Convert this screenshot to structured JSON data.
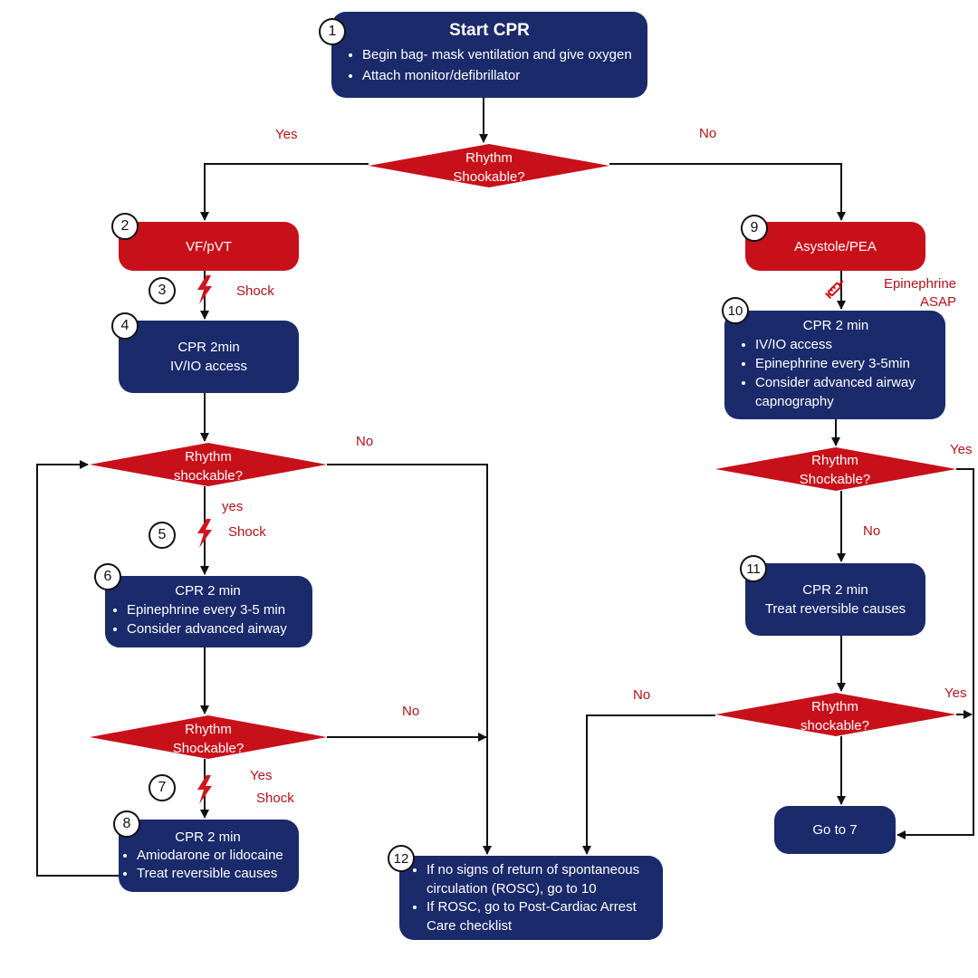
{
  "colors": {
    "navy": "#1b2a6b",
    "red": "#c8101a",
    "label_red": "#b01218",
    "line": "#111111"
  },
  "steps": {
    "start": {
      "number": "1",
      "title": "Start CPR",
      "bullets": [
        "Begin bag- mask ventilation and give oxygen",
        "Attach monitor/defibrillator"
      ]
    },
    "vf": {
      "number": "2",
      "title": "VF/pVT"
    },
    "cpr4": {
      "number": "4",
      "lines": [
        "CPR 2min",
        "IV/IO access"
      ]
    },
    "cpr6": {
      "number": "6",
      "title": "CPR 2 min",
      "bullets": [
        "Epinephrine every 3-5 min",
        "Consider advanced airway"
      ]
    },
    "cpr8": {
      "number": "8",
      "title": "CPR 2 min",
      "bullets": [
        "Amiodarone or lidocaine",
        "Treat reversible causes"
      ]
    },
    "asystole": {
      "number": "9",
      "title": "Asystole/PEA"
    },
    "cpr10": {
      "number": "10",
      "title": "CPR 2 min",
      "bullets": [
        "IV/IO access",
        "Epinephrine every 3-5min",
        "Consider advanced airway capnography"
      ]
    },
    "cpr11": {
      "number": "11",
      "lines": [
        "CPR 2 min",
        "Treat reversible causes"
      ]
    },
    "goto7": {
      "title": "Go to 7"
    },
    "rosc": {
      "number": "12",
      "bullets": [
        "If no signs of return of spontaneous circulation (ROSC), go to 10",
        "If ROSC, go to Post-Cardiac Arrest Care checklist"
      ]
    }
  },
  "shock_markers": [
    {
      "number": "3",
      "label": "Shock",
      "icon": "lightning-bolt-icon"
    },
    {
      "number": "5",
      "label": "Shock",
      "icon": "lightning-bolt-icon"
    },
    {
      "number": "7",
      "label": "Shock",
      "icon": "lightning-bolt-icon"
    }
  ],
  "decisions": {
    "d1": {
      "lines": [
        "Rhythm",
        "Shookable?"
      ]
    },
    "d2": {
      "lines": [
        "Rhythm",
        "shockable?"
      ]
    },
    "d3": {
      "lines": [
        "Rhythm",
        "Shockable?"
      ]
    },
    "d4": {
      "lines": [
        "Rhythm",
        "Shockable?"
      ]
    },
    "d5": {
      "lines": [
        "Rhythm",
        "shockable?"
      ]
    }
  },
  "branch_labels": {
    "d1_yes": "Yes",
    "d1_no": "No",
    "d2_yes": "yes",
    "d2_no": "No",
    "d3_yes": "Yes",
    "d3_no": "No",
    "d4_yes": "Yes",
    "d4_no": "No",
    "d5_yes": "Yes",
    "d5_no": "No"
  },
  "epinephrine": {
    "lines": [
      "Epinephrine",
      "ASAP"
    ],
    "icon": "syringe-icon"
  }
}
